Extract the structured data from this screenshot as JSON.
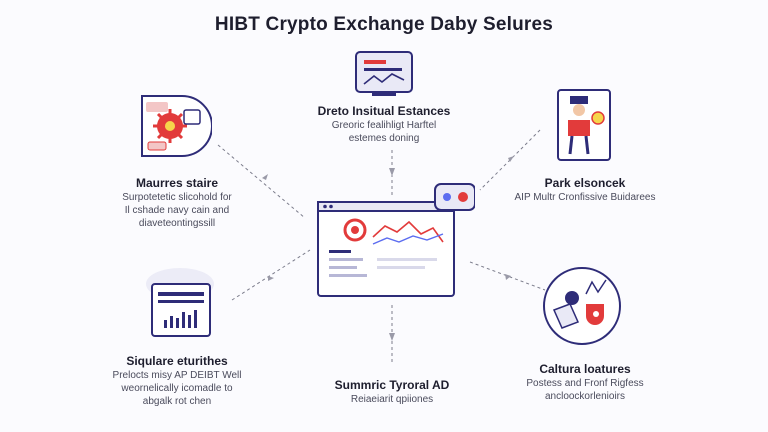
{
  "title": "HIBT Crypto Exchange Daby Selures",
  "nodes": {
    "top": {
      "heading": "Dreto Insitual Estances",
      "desc1": "Greoric fealihligt Harftel",
      "desc2": "estemes doning"
    },
    "upper_left": {
      "heading": "Maurres staire",
      "desc1": "Surpotetetic slicohold for",
      "desc2": "Il cshade navy cain and",
      "desc3": "diaveteontingssill"
    },
    "upper_right": {
      "heading": "Park elsoncek",
      "desc1": "AIP Multr Cronfissive Buidarees"
    },
    "lower_left": {
      "heading": "Siqulare eturithes",
      "desc1": "Prelocts misy AP DEIBT Well",
      "desc2": "weornelically icomadle to",
      "desc3": "abgalk rot chen"
    },
    "bottom": {
      "heading": "Summric Tyroral AD",
      "desc1": "Reiaeiarit qpiiones"
    },
    "lower_right": {
      "heading": "Caltura loatures",
      "desc1": "Postess and Fronf Rigfess",
      "desc2": "ancloockorlenioirs"
    }
  },
  "icons": {
    "center": "dashboard-monitor-icon",
    "top": "document-chart-icon",
    "upper_left": "gear-settings-icon",
    "upper_right": "user-profile-card-icon",
    "lower_left": "server-chart-icon",
    "lower_right": "security-circle-icon"
  },
  "colors": {
    "navy": "#2e2c78",
    "accent": "#e23b3b",
    "light": "#e9e9f6",
    "blue": "#5b6cf0"
  }
}
